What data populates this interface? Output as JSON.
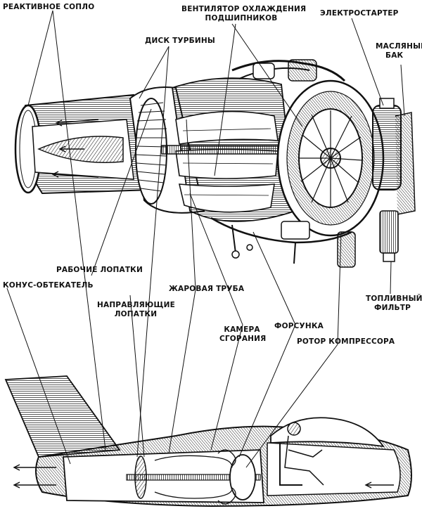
{
  "labels": {
    "nozzle": "РЕАКТИВНОЕ СОПЛО",
    "bearing_fan_1": "ВЕНТИЛЯТОР ОХЛАЖДЕНИЯ",
    "bearing_fan_2": "ПОДШИПНИКОВ",
    "starter": "ЭЛЕКТРОСТАРТЕР",
    "turbine_disk": "ДИСК ТУРБИНЫ",
    "oil_tank_1": "МАСЛЯНЫЙ",
    "oil_tank_2": "БАК",
    "blades": "РАБОЧИЕ ЛОПАТКИ",
    "cone": "КОНУС-ОБТЕКАТЕЛЬ",
    "guide_vanes_1": "НАПРАВЛЯЮЩИЕ",
    "guide_vanes_2": "ЛОПАТКИ",
    "flame_tube": "ЖАРОВАЯ ТРУБА",
    "fuel_filter_1": "ТОПЛИВНЫЙ",
    "fuel_filter_2": "ФИЛЬТР",
    "chamber_1": "КАМЕРА",
    "chamber_2": "СГОРАНИЯ",
    "injector": "ФОРСУНКА",
    "compressor_rotor": "РОТОР КОМПРЕССОРА"
  },
  "colors": {
    "ink": "#111111",
    "paper": "#ffffff"
  }
}
